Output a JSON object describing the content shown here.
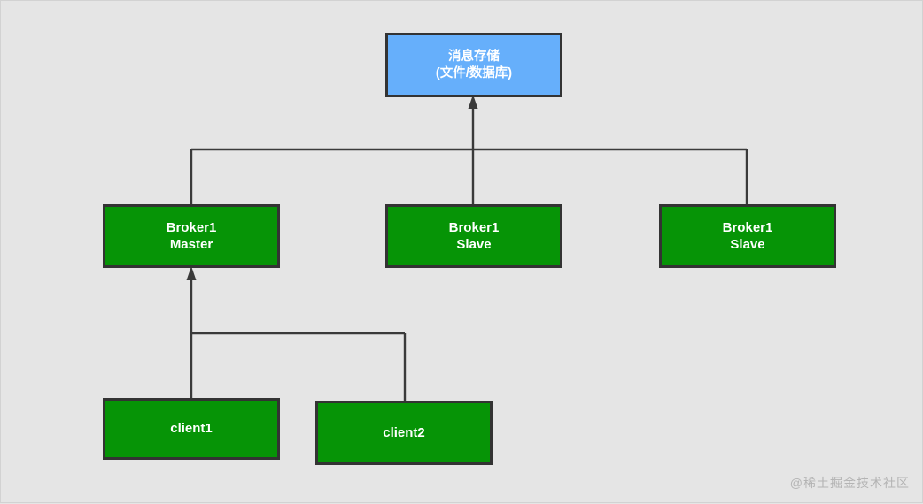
{
  "diagram": {
    "title": "RocketMQ broker master-slave topology",
    "background_color": "#e5e5e5",
    "colors": {
      "storage_fill": "#66affb",
      "node_fill": "#069406",
      "border": "#333333",
      "edge": "#3a3a3a",
      "node_text": "#ffffff",
      "watermark_text": "#b4b4b4"
    },
    "nodes": {
      "storage": {
        "line1": "消息存储",
        "line2": "(文件/数据库)"
      },
      "broker_master": {
        "line1": "Broker1",
        "line2": "Master"
      },
      "broker_slave_1": {
        "line1": "Broker1",
        "line2": "Slave"
      },
      "broker_slave_2": {
        "line1": "Broker1",
        "line2": "Slave"
      },
      "client1": {
        "line1": "client1"
      },
      "client2": {
        "line1": "client2"
      }
    },
    "edges": [
      {
        "name": "brokers-to-storage",
        "from": [
          "broker_master",
          "broker_slave_1",
          "broker_slave_2"
        ],
        "to": "storage",
        "arrow": true
      },
      {
        "name": "clients-to-broker-master",
        "from": [
          "client1",
          "client2"
        ],
        "to": "broker_master",
        "arrow": true
      }
    ],
    "watermark": "@稀土掘金技术社区"
  }
}
